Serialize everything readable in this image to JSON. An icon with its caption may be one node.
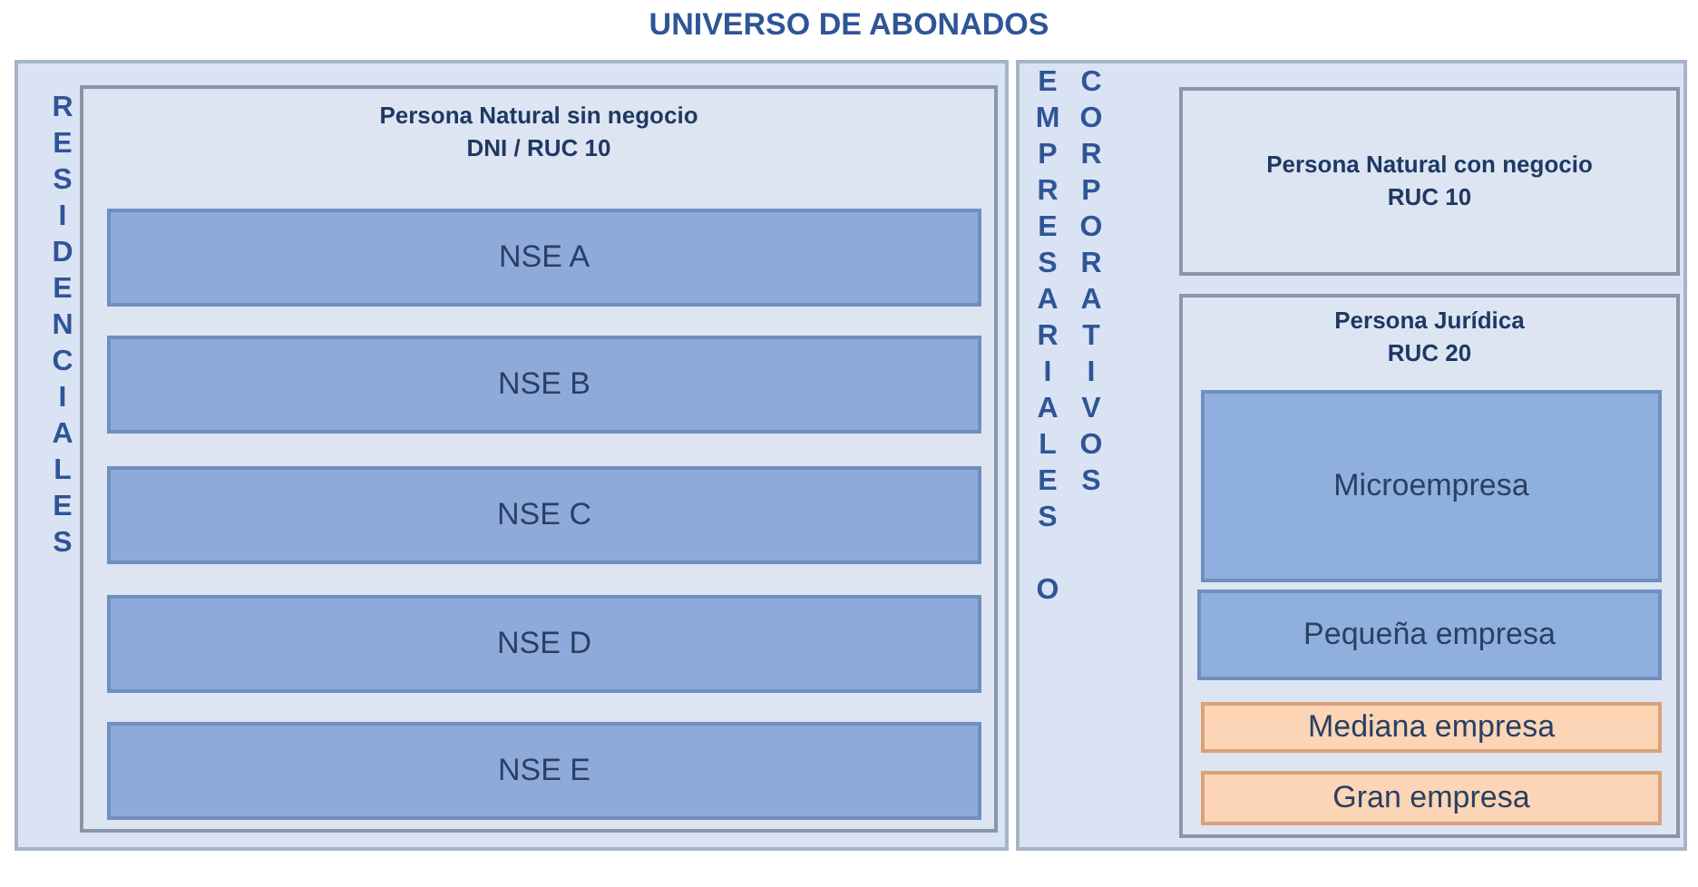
{
  "diagram": {
    "title": "UNIVERSO DE ABONADOS",
    "nodes": [
      {
        "text": [
          "RESIDENCIALES"
        ]
      },
      {
        "text": [
          "Persona Natural sin negocio",
          "DNI / RUC 10"
        ],
        "in": 0
      },
      {
        "text": [
          "NSE A"
        ],
        "in": 1
      },
      {
        "text": [
          "NSE B"
        ],
        "in": 1
      },
      {
        "text": [
          "NSE C"
        ],
        "in": 1
      },
      {
        "text": [
          "NSE D"
        ],
        "in": 1
      },
      {
        "text": [
          "NSE E"
        ],
        "in": 1
      },
      {
        "text": [
          "EMPRESARIALES O CORPORATIVOS"
        ]
      },
      {
        "text": [
          "Persona Natural con negocio",
          "RUC 10"
        ],
        "in": 7
      },
      {
        "text": [
          "Persona Jurídica",
          "RUC 20"
        ],
        "in": 7
      },
      {
        "text": [
          "Microempresa"
        ],
        "in": 9
      },
      {
        "text": [
          "Pequeña empresa"
        ],
        "in": 9
      },
      {
        "text": [
          "Mediana empresa"
        ],
        "in": 9
      },
      {
        "text": [
          "Gran empresa"
        ],
        "in": 9
      }
    ]
  }
}
